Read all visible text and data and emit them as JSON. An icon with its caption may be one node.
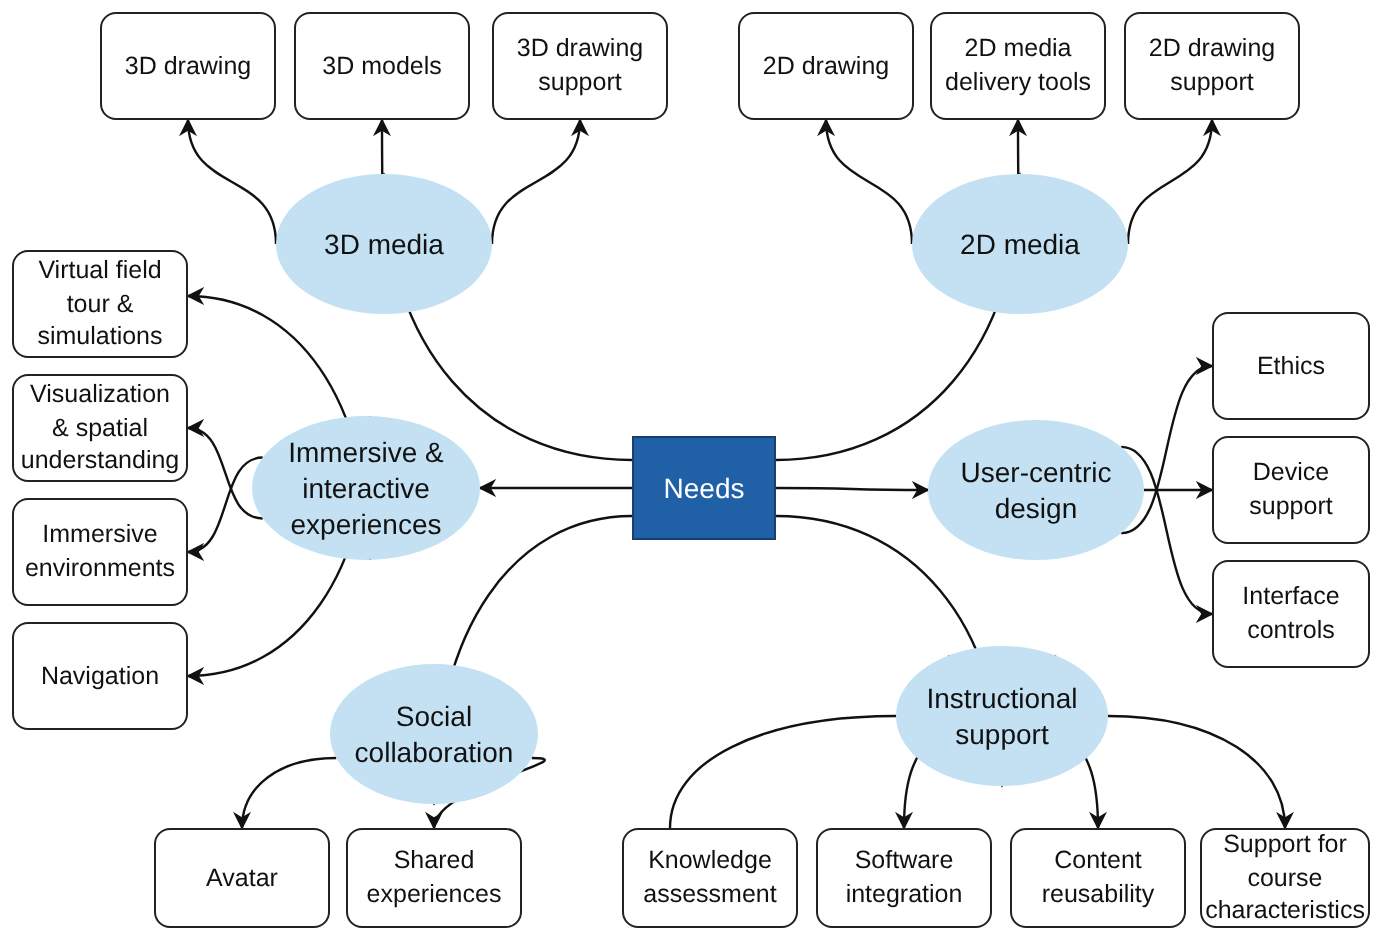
{
  "diagram": {
    "nodes": [
      {
        "text": [
          "Needs"
        ]
      },
      {
        "text": [
          "3D media"
        ]
      },
      {
        "text": [
          "2D media"
        ]
      },
      {
        "text": [
          "Immersive & interactive experiences"
        ]
      },
      {
        "text": [
          "User-centric design"
        ]
      },
      {
        "text": [
          "Social collaboration"
        ]
      },
      {
        "text": [
          "Instructional support"
        ]
      },
      {
        "text": [
          "3D drawing"
        ]
      },
      {
        "text": [
          "3D models"
        ]
      },
      {
        "text": [
          "3D drawing support"
        ]
      },
      {
        "text": [
          "2D drawing"
        ]
      },
      {
        "text": [
          "2D media delivery tools"
        ]
      },
      {
        "text": [
          "2D drawing support"
        ]
      },
      {
        "text": [
          "Virtual field tour & simulations"
        ]
      },
      {
        "text": [
          "Visualization & spatial understanding"
        ]
      },
      {
        "text": [
          "Immersive environments"
        ]
      },
      {
        "text": [
          "Navigation"
        ]
      },
      {
        "text": [
          "Ethics"
        ]
      },
      {
        "text": [
          "Device support"
        ]
      },
      {
        "text": [
          "Interface controls"
        ]
      },
      {
        "text": [
          "Avatar"
        ]
      },
      {
        "text": [
          "Shared experiences"
        ]
      },
      {
        "text": [
          "Knowledge assessment"
        ]
      },
      {
        "text": [
          "Software integration"
        ]
      },
      {
        "text": [
          "Content reusability"
        ]
      },
      {
        "text": [
          "Support for course characteristics"
        ]
      }
    ],
    "edges": [
      {
        "from": 0,
        "to": 1,
        "arrow": "to"
      },
      {
        "from": 0,
        "to": 2,
        "arrow": "to"
      },
      {
        "from": 0,
        "to": 3,
        "arrow": "to"
      },
      {
        "from": 0,
        "to": 4,
        "arrow": "to"
      },
      {
        "from": 0,
        "to": 5,
        "arrow": "to"
      },
      {
        "from": 0,
        "to": 6,
        "arrow": "to"
      },
      {
        "from": 1,
        "to": 7,
        "arrow": "to"
      },
      {
        "from": 1,
        "to": 8,
        "arrow": "to"
      },
      {
        "from": 1,
        "to": 9,
        "arrow": "to"
      },
      {
        "from": 2,
        "to": 10,
        "arrow": "to"
      },
      {
        "from": 2,
        "to": 11,
        "arrow": "to"
      },
      {
        "from": 2,
        "to": 12,
        "arrow": "to"
      },
      {
        "from": 3,
        "to": 13,
        "arrow": "to"
      },
      {
        "from": 3,
        "to": 14,
        "arrow": "to"
      },
      {
        "from": 3,
        "to": 15,
        "arrow": "to"
      },
      {
        "from": 3,
        "to": 16,
        "arrow": "to"
      },
      {
        "from": 4,
        "to": 17,
        "arrow": "to"
      },
      {
        "from": 4,
        "to": 18,
        "arrow": "to"
      },
      {
        "from": 4,
        "to": 19,
        "arrow": "to"
      },
      {
        "from": 5,
        "to": 20,
        "arrow": "to"
      },
      {
        "from": 5,
        "to": 21,
        "arrow": "to"
      },
      {
        "from": 6,
        "to": 22,
        "arrow": "none"
      },
      {
        "from": 6,
        "to": 23,
        "arrow": "to"
      },
      {
        "from": 6,
        "to": 24,
        "arrow": "to"
      },
      {
        "from": 6,
        "to": 25,
        "arrow": "to"
      }
    ]
  }
}
